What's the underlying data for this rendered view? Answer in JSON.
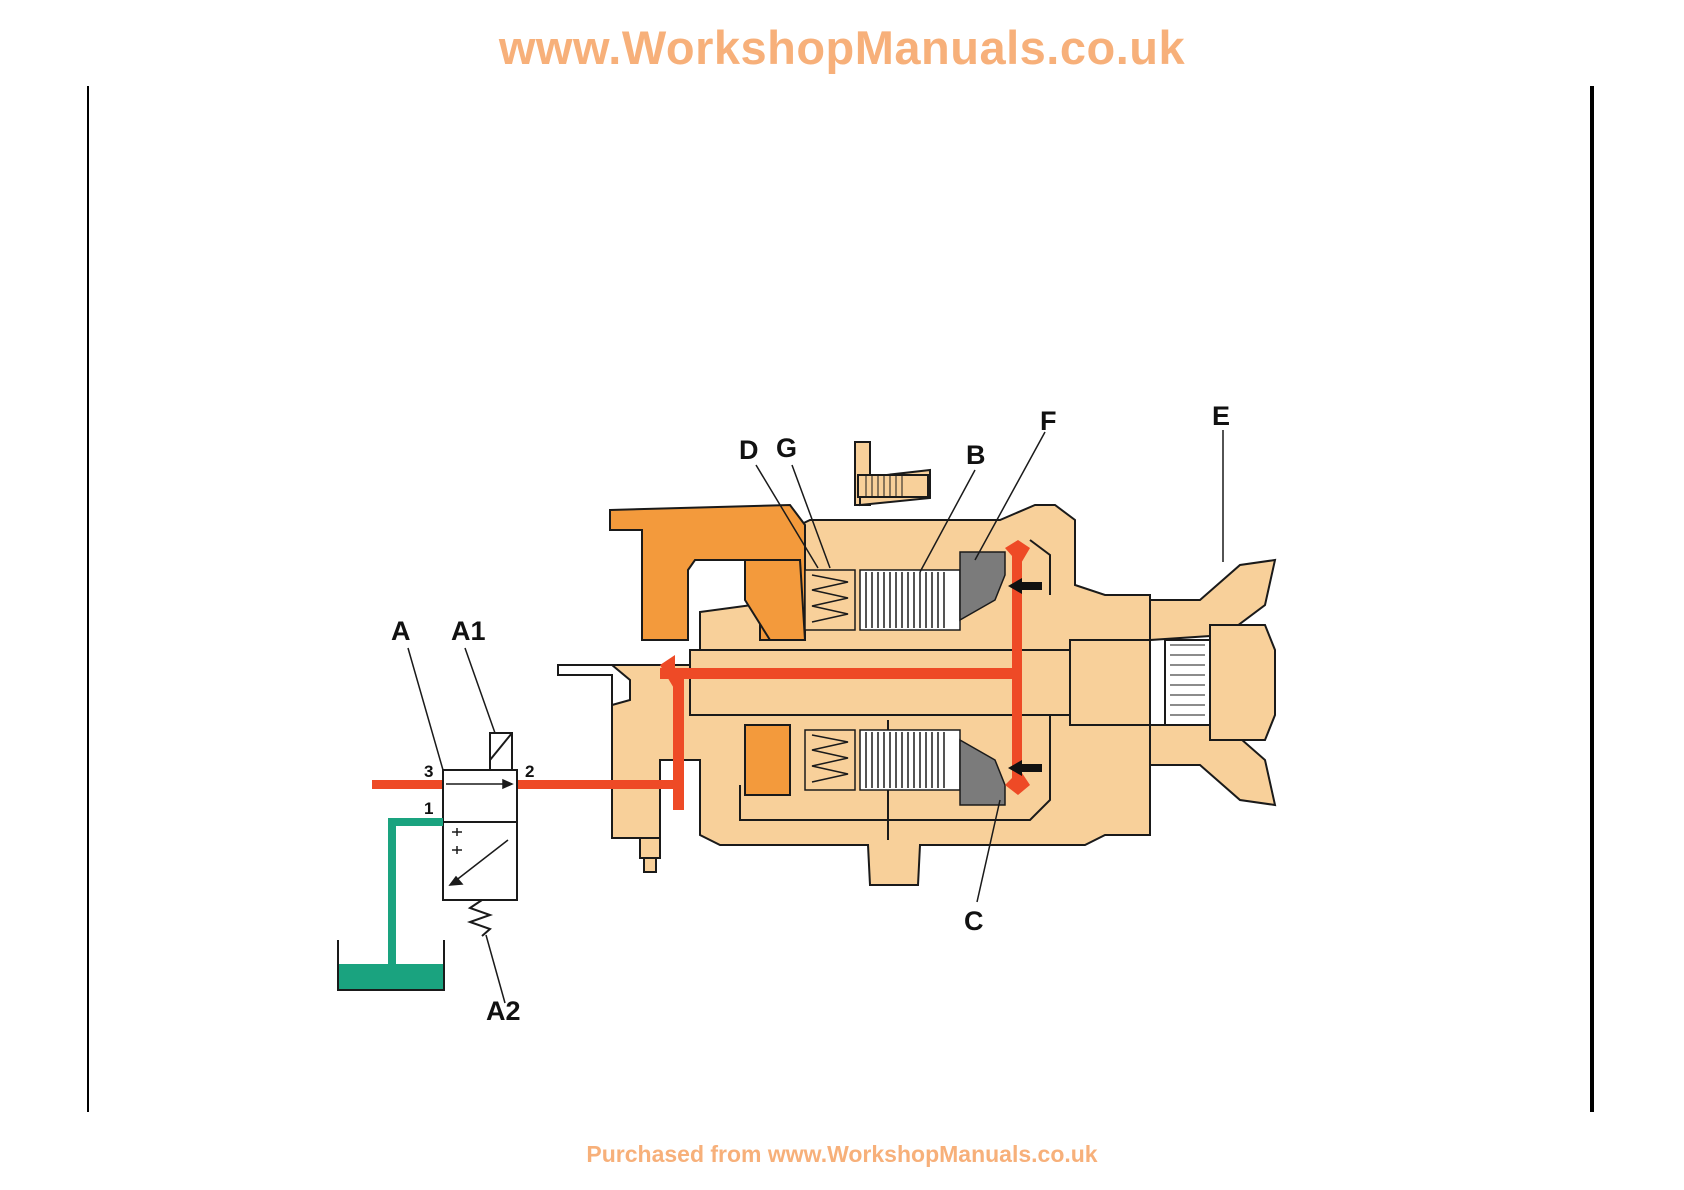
{
  "watermark": {
    "header": "www.WorkshopManuals.co.uk",
    "footer": "Purchased from www.WorkshopManuals.co.uk"
  },
  "colors": {
    "casing": "#f8d09a",
    "casing_dark": "#f39a3c",
    "pressure_oil": "#ee4a26",
    "reservoir_oil": "#1aa37f",
    "piston": "#7b7b7b",
    "outline": "#1a1a1a"
  },
  "callouts": {
    "A": "A",
    "A1": "A1",
    "A2": "A2",
    "B": "B",
    "C": "C",
    "D": "D",
    "E": "E",
    "F": "F",
    "G": "G"
  },
  "valve_ports": {
    "port_1": "1",
    "port_2": "2",
    "port_3": "3"
  },
  "icons": [
    "solenoid-symbol",
    "return-spring-symbol",
    "reservoir-tank",
    "pressure-arrow"
  ]
}
